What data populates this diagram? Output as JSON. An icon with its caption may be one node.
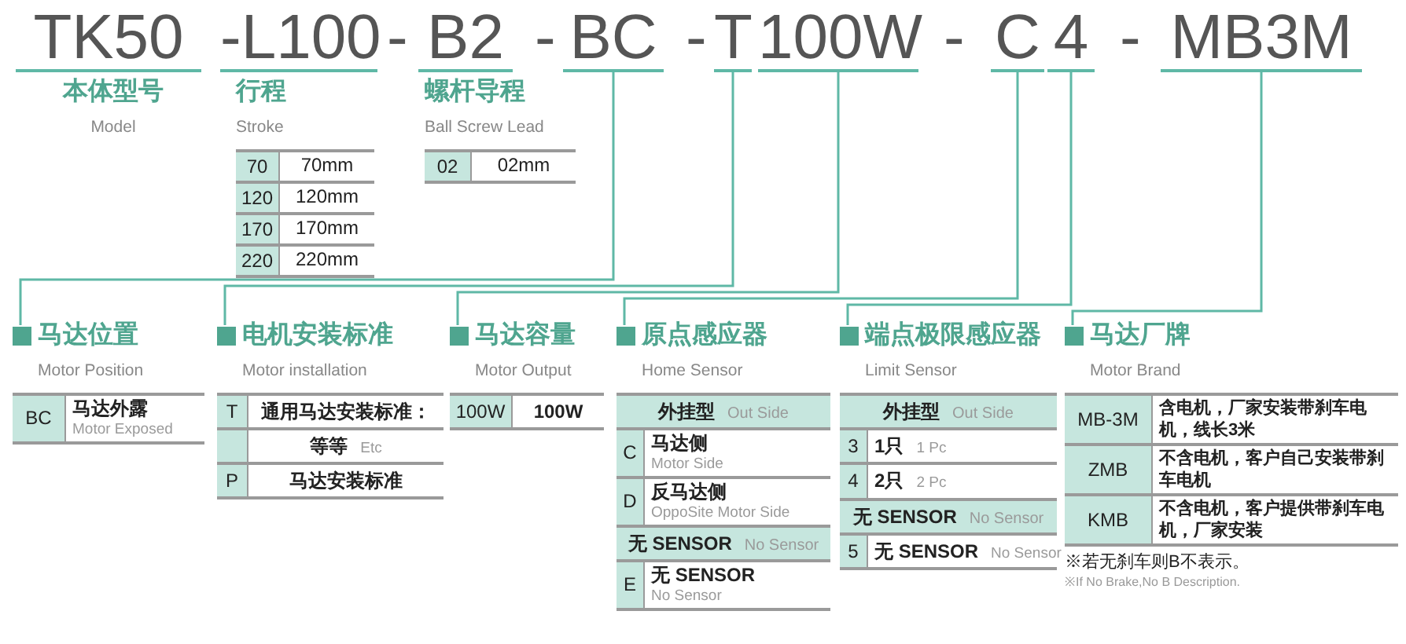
{
  "diagram": {
    "nodes": [
      {
        "text": [
          "TK50"
        ]
      },
      {
        "text": [
          "-L100"
        ]
      },
      {
        "text": [
          "B2"
        ]
      },
      {
        "text": [
          "BC"
        ]
      },
      {
        "text": [
          "T"
        ]
      },
      {
        "text": [
          "100W"
        ]
      },
      {
        "text": [
          "C"
        ]
      },
      {
        "text": [
          "4"
        ]
      },
      {
        "text": [
          "MB3M"
        ]
      },
      {
        "text": [
          "本体型号",
          "Model"
        ]
      },
      {
        "text": [
          "行程",
          "Stroke"
        ]
      },
      {
        "text": [
          "70",
          "70mm"
        ]
      },
      {
        "text": [
          "120",
          "120mm"
        ]
      },
      {
        "text": [
          "170",
          "170mm"
        ]
      },
      {
        "text": [
          "220",
          "220mm"
        ]
      },
      {
        "text": [
          "螺杆导程",
          "Ball Screw Lead"
        ]
      },
      {
        "text": [
          "02",
          "02mm"
        ]
      },
      {
        "text": [
          "马达位置",
          "Motor Position"
        ]
      },
      {
        "text": [
          "BC",
          "马达外露",
          "Motor Exposed"
        ]
      },
      {
        "text": [
          "电机安装标准",
          "Motor installation"
        ]
      },
      {
        "text": [
          "T",
          "通用马达安装标准："
        ]
      },
      {
        "text": [
          "等等",
          "Etc"
        ]
      },
      {
        "text": [
          "P",
          "马达安装标准"
        ]
      },
      {
        "text": [
          "马达容量",
          "Motor Output"
        ]
      },
      {
        "text": [
          "100W",
          "100W"
        ]
      },
      {
        "text": [
          "原点感应器",
          "Home Sensor"
        ]
      },
      {
        "text": [
          "外挂型",
          "Out Side"
        ]
      },
      {
        "text": [
          "C",
          "马达侧",
          "Motor Side"
        ]
      },
      {
        "text": [
          "D",
          "反马达侧",
          "OppoSite Motor Side"
        ]
      },
      {
        "text": [
          "无 SENSOR",
          "No Sensor"
        ]
      },
      {
        "text": [
          "E",
          "无 SENSOR",
          "No Sensor"
        ]
      },
      {
        "text": [
          "端点极限感应器",
          "Limit Sensor"
        ]
      },
      {
        "text": [
          "外挂型",
          "Out Side"
        ]
      },
      {
        "text": [
          "3",
          "1只",
          "1 Pc"
        ]
      },
      {
        "text": [
          "4",
          "2只",
          "2 Pc"
        ]
      },
      {
        "text": [
          "无 SENSOR",
          "No Sensor"
        ]
      },
      {
        "text": [
          "5",
          "无 SENSOR",
          "No Sensor"
        ]
      },
      {
        "text": [
          "马达厂牌",
          "Motor Brand"
        ]
      },
      {
        "text": [
          "MB-3M",
          "含电机，厂家安装带刹车电机，线长3米"
        ]
      },
      {
        "text": [
          "ZMB",
          "不含电机，客户自己安装带刹车电机"
        ]
      },
      {
        "text": [
          "KMB",
          "不含电机，客户提供带刹车电机，厂家安装"
        ]
      }
    ],
    "edges": [
      {
        "from": 3,
        "to": 17,
        "arrow": "none"
      },
      {
        "from": 4,
        "to": 19,
        "arrow": "none"
      },
      {
        "from": 5,
        "to": 23,
        "arrow": "none"
      },
      {
        "from": 6,
        "to": 25,
        "arrow": "none"
      },
      {
        "from": 7,
        "to": 31,
        "arrow": "none"
      },
      {
        "from": 8,
        "to": 37,
        "arrow": "none"
      }
    ],
    "labels": [
      "-",
      "-",
      "-",
      "-",
      "-",
      "※若无刹车则B不表示。",
      "※If No Brake,No B Description."
    ]
  }
}
